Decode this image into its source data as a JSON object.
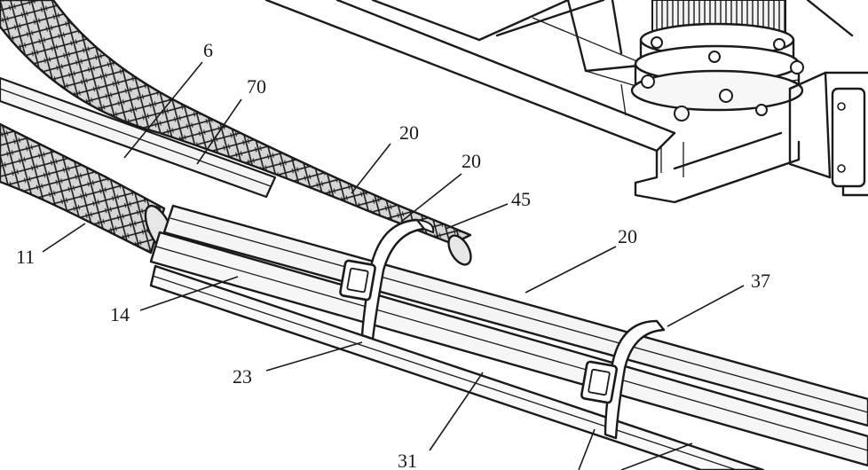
{
  "figure": {
    "labels": {
      "l6": "6",
      "l70": "70",
      "l20a": "20",
      "l20b": "20",
      "l45": "45",
      "l20c": "20",
      "l11": "11",
      "l14": "14",
      "l37": "37",
      "l23": "23",
      "l31": "31"
    }
  },
  "colors": {
    "ink": "#1a1a1a",
    "paper": "#ffffff",
    "pipe_fill": "#f4f4f4",
    "hose_fill": "#cfcfcf"
  }
}
